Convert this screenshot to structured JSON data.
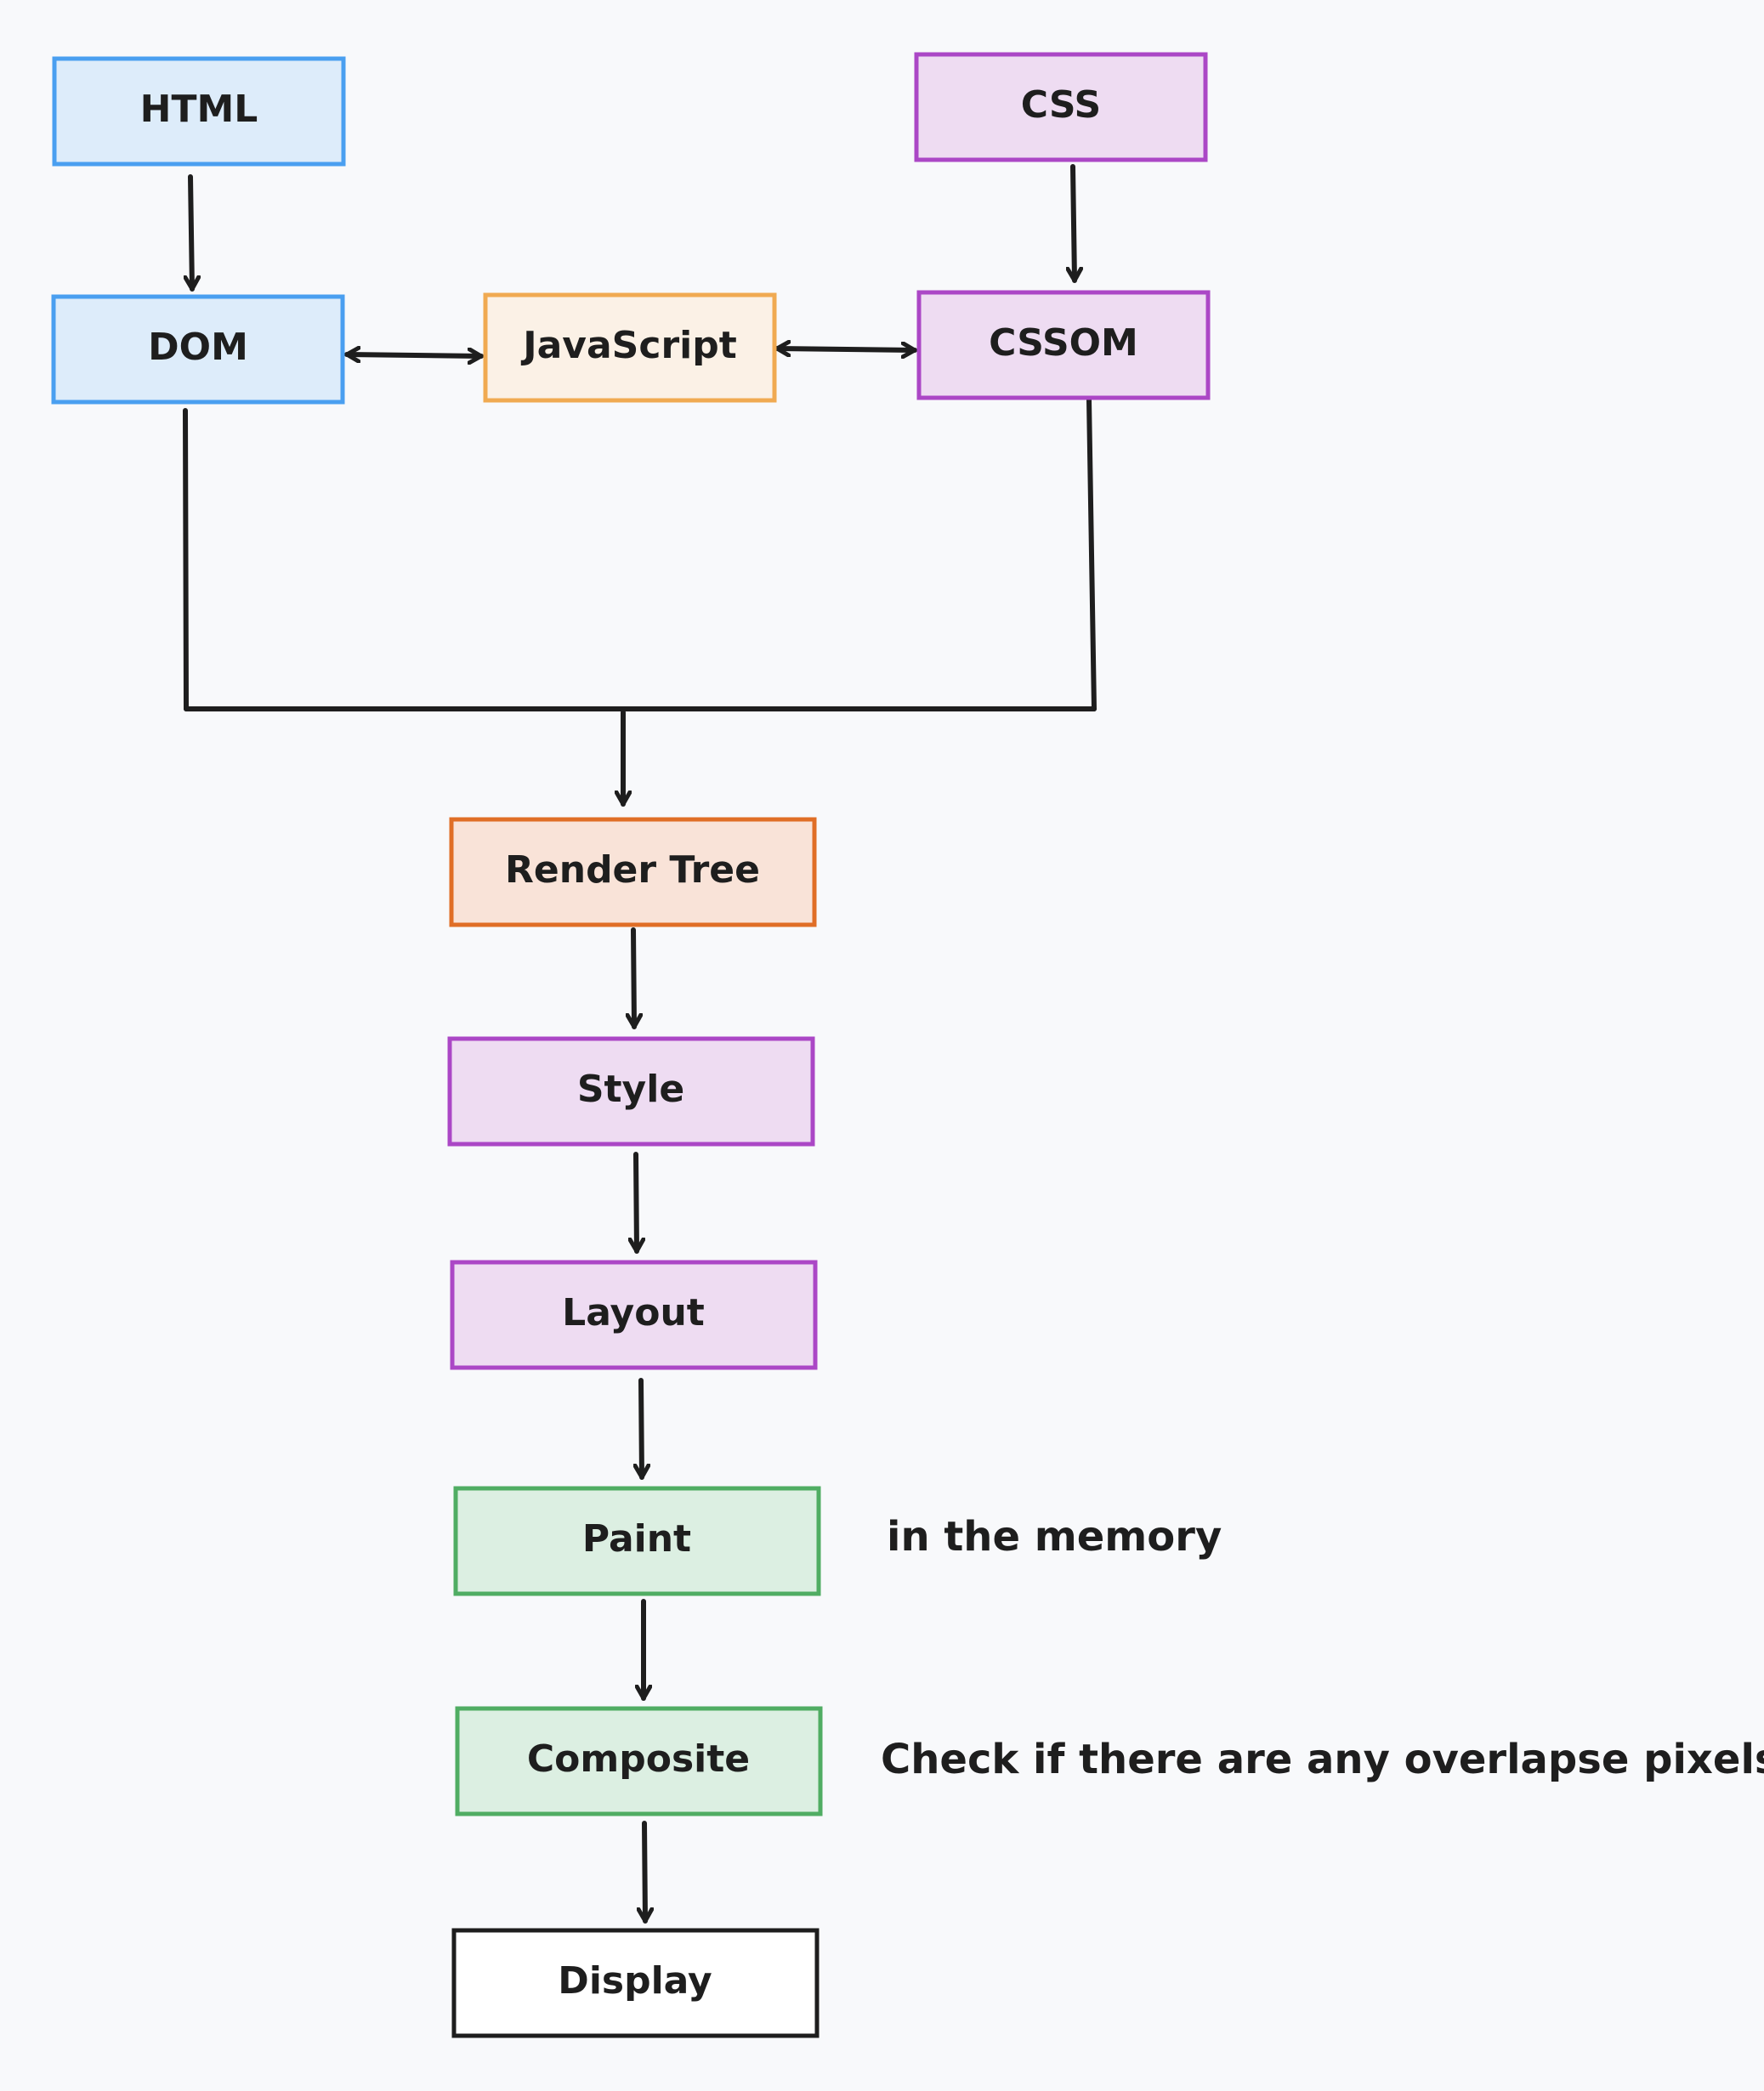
{
  "nodes": {
    "html": {
      "label": "HTML",
      "fill": "#ddecfa",
      "stroke": "#4a9ff0"
    },
    "css": {
      "label": "CSS",
      "fill": "#eedcf2",
      "stroke": "#ab47c6"
    },
    "dom": {
      "label": "DOM",
      "fill": "#ddecfa",
      "stroke": "#4a9ff0"
    },
    "javascript": {
      "label": "JavaScript",
      "fill": "#fbf1e6",
      "stroke": "#f0aa52"
    },
    "cssom": {
      "label": "CSSOM",
      "fill": "#eedcf2",
      "stroke": "#ab47c6"
    },
    "render_tree": {
      "label": "Render Tree",
      "fill": "#f9e3d8",
      "stroke": "#e06e26"
    },
    "style": {
      "label": "Style",
      "fill": "#eedcf2",
      "stroke": "#ab47c6"
    },
    "layout": {
      "label": "Layout",
      "fill": "#eedcf2",
      "stroke": "#ab47c6"
    },
    "paint": {
      "label": "Paint",
      "fill": "#dcefe2",
      "stroke": "#50ad63"
    },
    "composite": {
      "label": "Composite",
      "fill": "#dcefe2",
      "stroke": "#50ad63"
    },
    "display": {
      "label": "Display",
      "fill": "#ffffff",
      "stroke": "#1e1e1e"
    }
  },
  "notes": {
    "paint": "in the memory",
    "composite": "Check if there are any overlapse pixels"
  }
}
